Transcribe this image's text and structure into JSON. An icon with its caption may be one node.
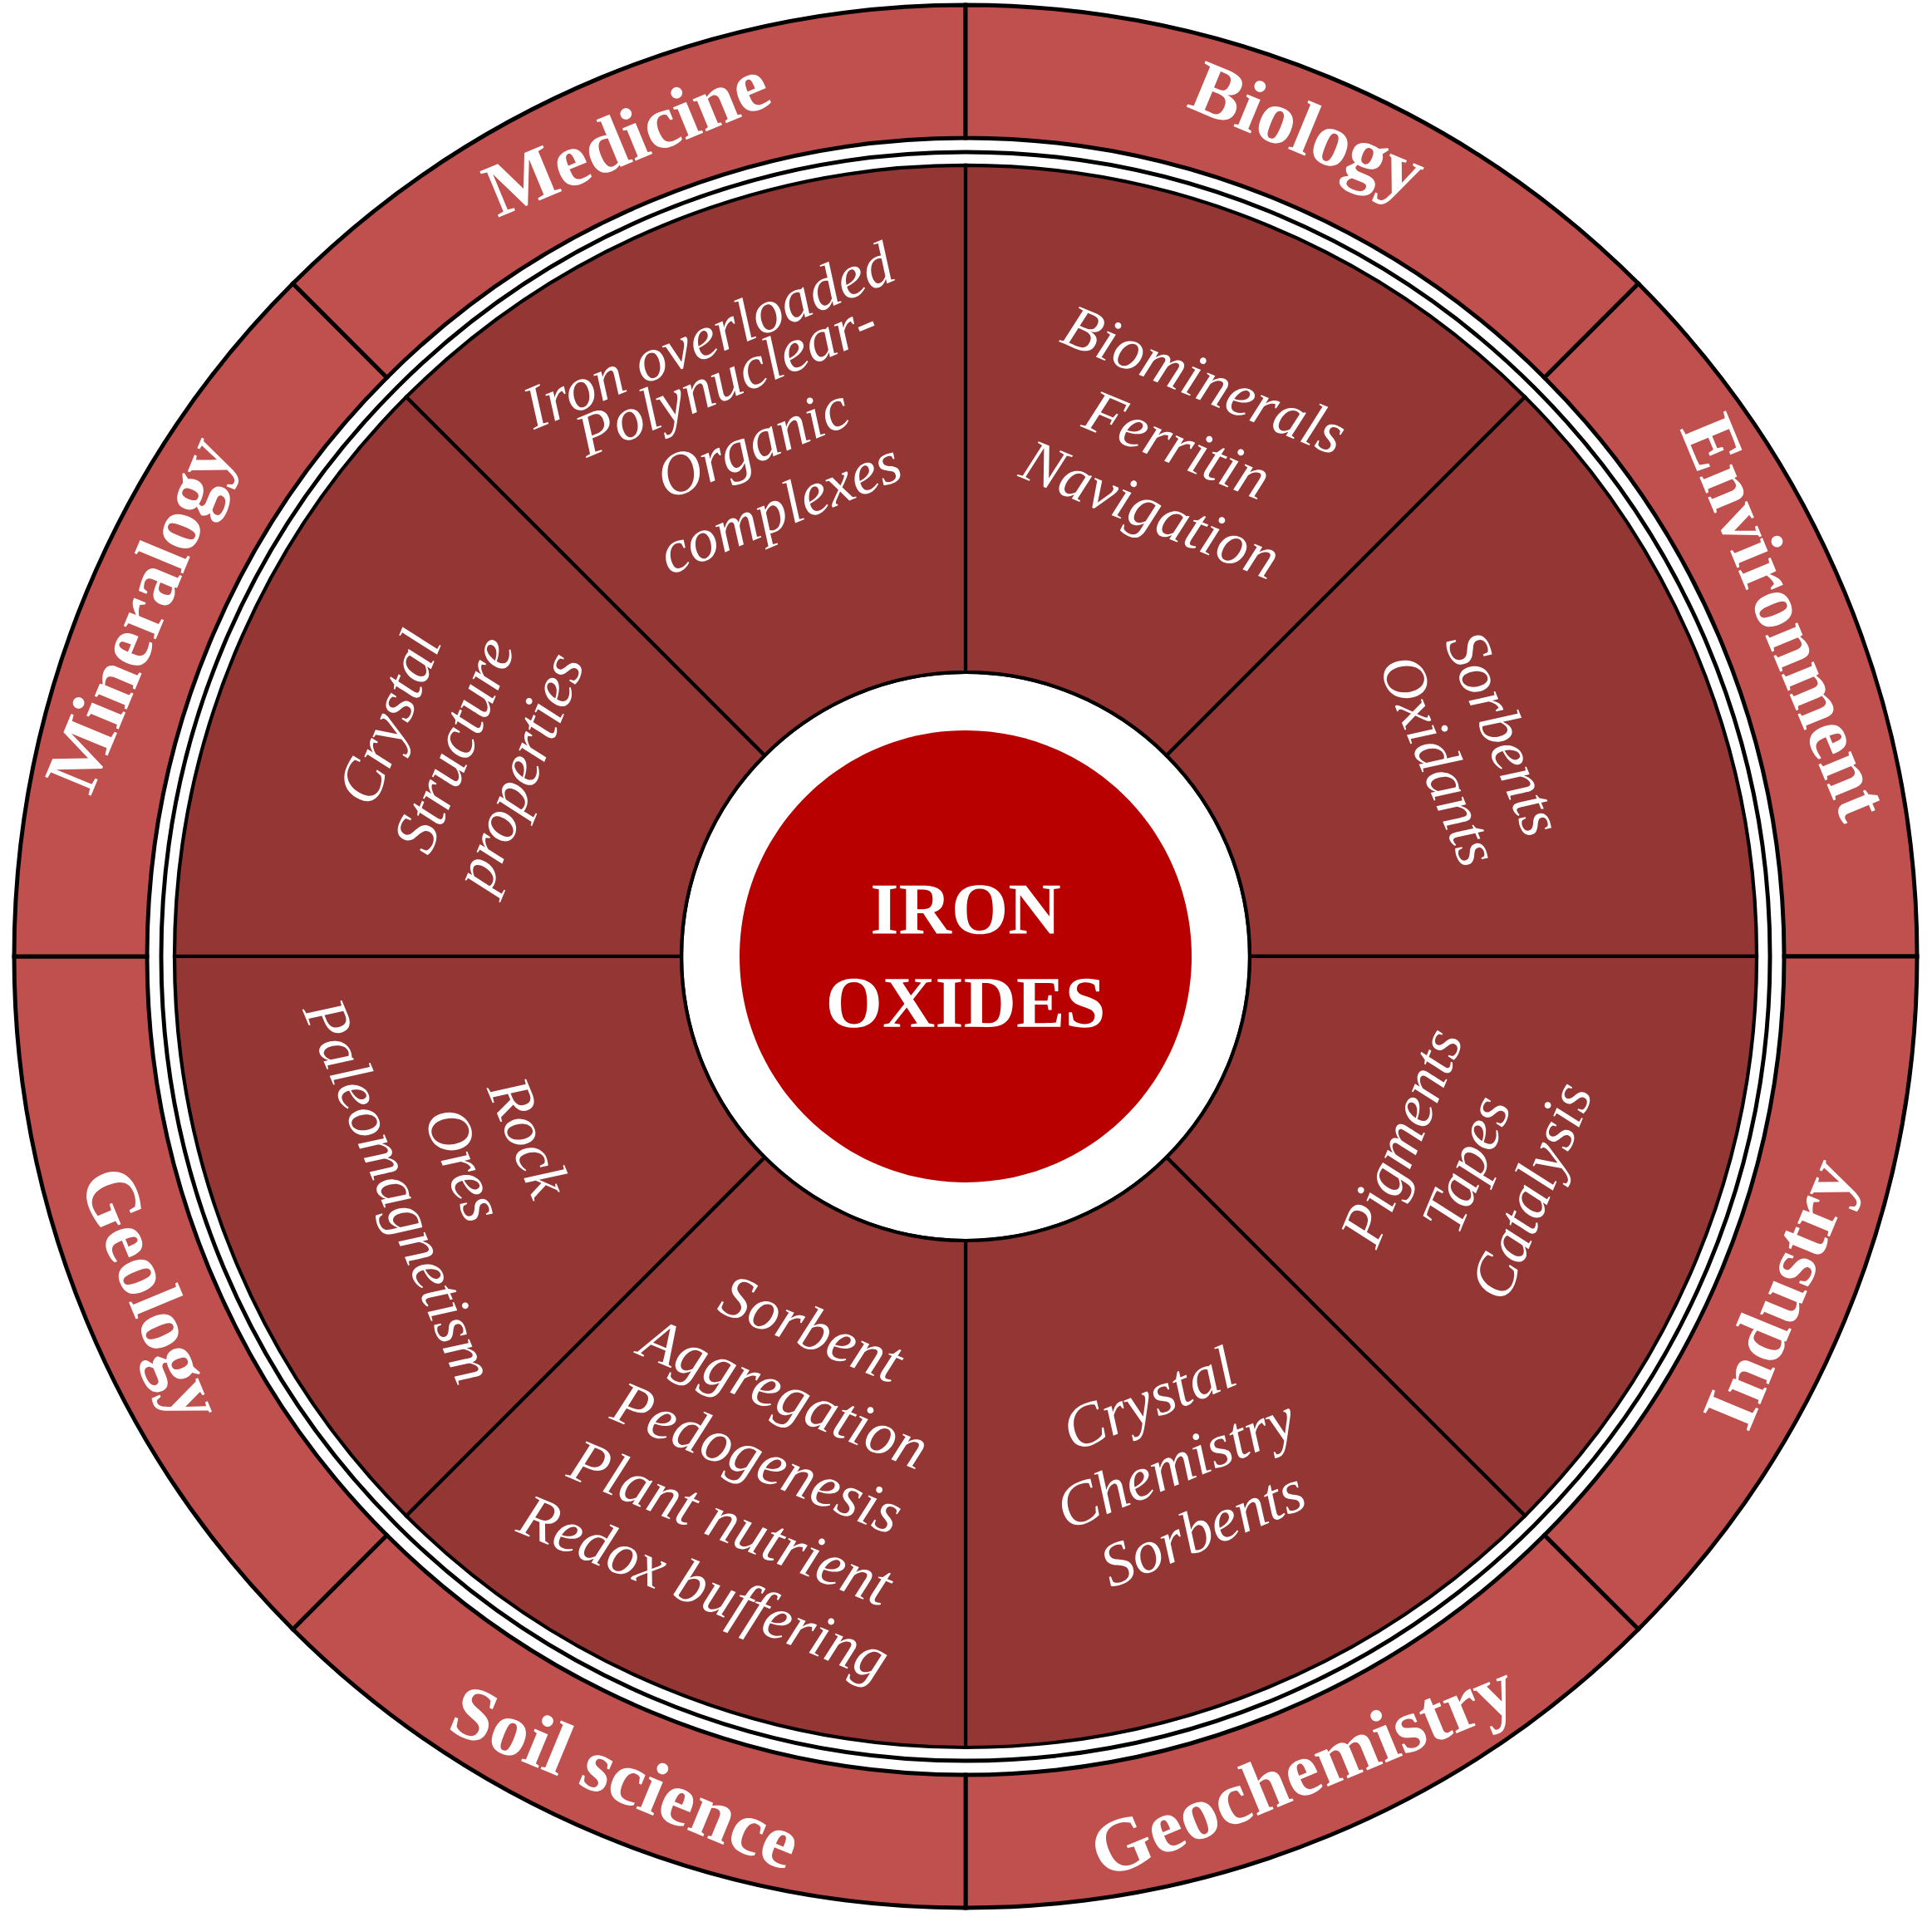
{
  "diagram": {
    "nodes": [
      {
        "text": [
          "IRON OXIDES"
        ]
      },
      {
        "text": [
          "Medicine"
        ]
      },
      {
        "text": [
          "Biology"
        ]
      },
      {
        "text": [
          "Environment"
        ]
      },
      {
        "text": [
          "Industry"
        ]
      },
      {
        "text": [
          "Geochemistry"
        ]
      },
      {
        "text": [
          "Soil science"
        ]
      },
      {
        "text": [
          "Geology"
        ]
      },
      {
        "text": [
          "Mineralogy"
        ]
      },
      {
        "text": [
          "Iron overloaded",
          "Polynuclear-Organic complexes"
        ]
      },
      {
        "text": [
          "Biominerals",
          "Ferritin",
          "Navigation"
        ]
      },
      {
        "text": [
          "Sorbents",
          "Oxidants"
        ]
      },
      {
        "text": [
          "Pigments",
          "Tapes",
          "Catalysis"
        ]
      },
      {
        "text": [
          "Crystal",
          "Chemistry",
          "Sorbents"
        ]
      },
      {
        "text": [
          "Sorbent",
          "Aggregation",
          "Pedogenesis",
          "Plant nutrient",
          "Redox buffering"
        ]
      },
      {
        "text": [
          "Rock",
          "Ores",
          "Paleomagnetism"
        ]
      },
      {
        "text": [
          "Crystal",
          "Structure",
          "properties"
        ]
      }
    ]
  }
}
